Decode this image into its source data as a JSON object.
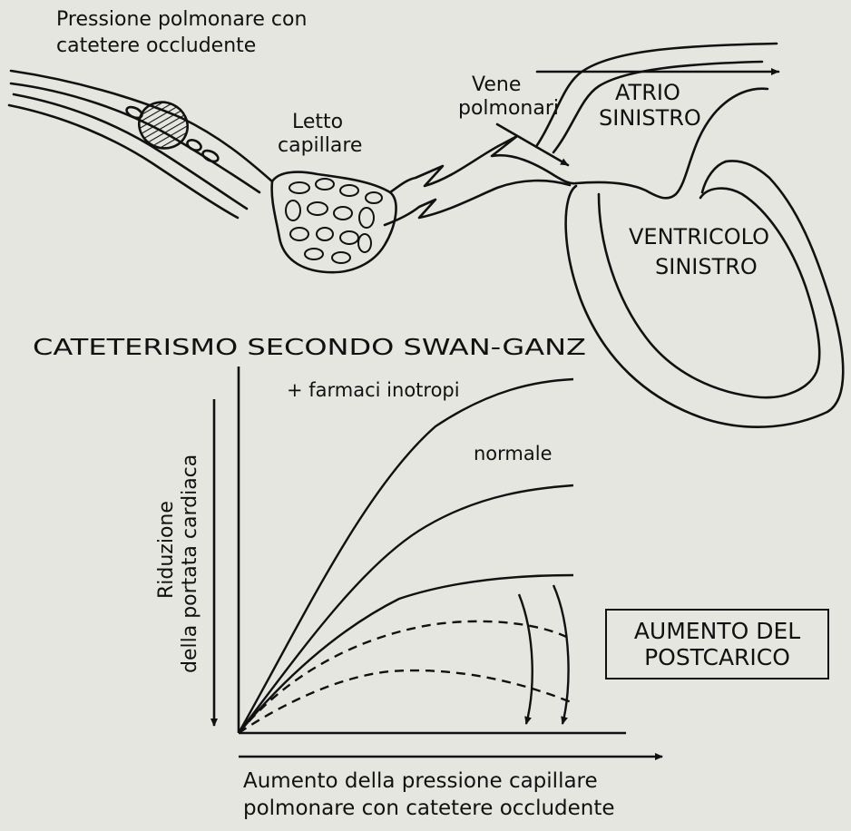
{
  "labels": {
    "occlusion_line1": "Pressione polmonare con",
    "occlusion_line2": "catetere occludente",
    "vene_line1": "Vene",
    "vene_line2": "polmonari",
    "atrio_line1": "ATRIO",
    "atrio_line2": "SINISTRO",
    "letto_line1": "Letto",
    "letto_line2": "capillare",
    "ventricolo_line1": "VENTRICOLO",
    "ventricolo_line2": "SINISTRO"
  },
  "graph": {
    "title": "CATETERISMO SECONDO SWAN-GANZ",
    "y_label_line1": "Riduzione",
    "y_label_line2": "della portata cardiaca",
    "x_label_line1": "Aumento della pressione capillare",
    "x_label_line2": "polmonare con catetere occludente",
    "curve_inotropi_label": "+ farmaci inotropi",
    "curve_normale_label": "normale",
    "box_line1": "AUMENTO DEL",
    "box_line2": "POSTCARICO"
  },
  "colors": {
    "ink": "#111111",
    "paper": "#e6e6e1"
  }
}
